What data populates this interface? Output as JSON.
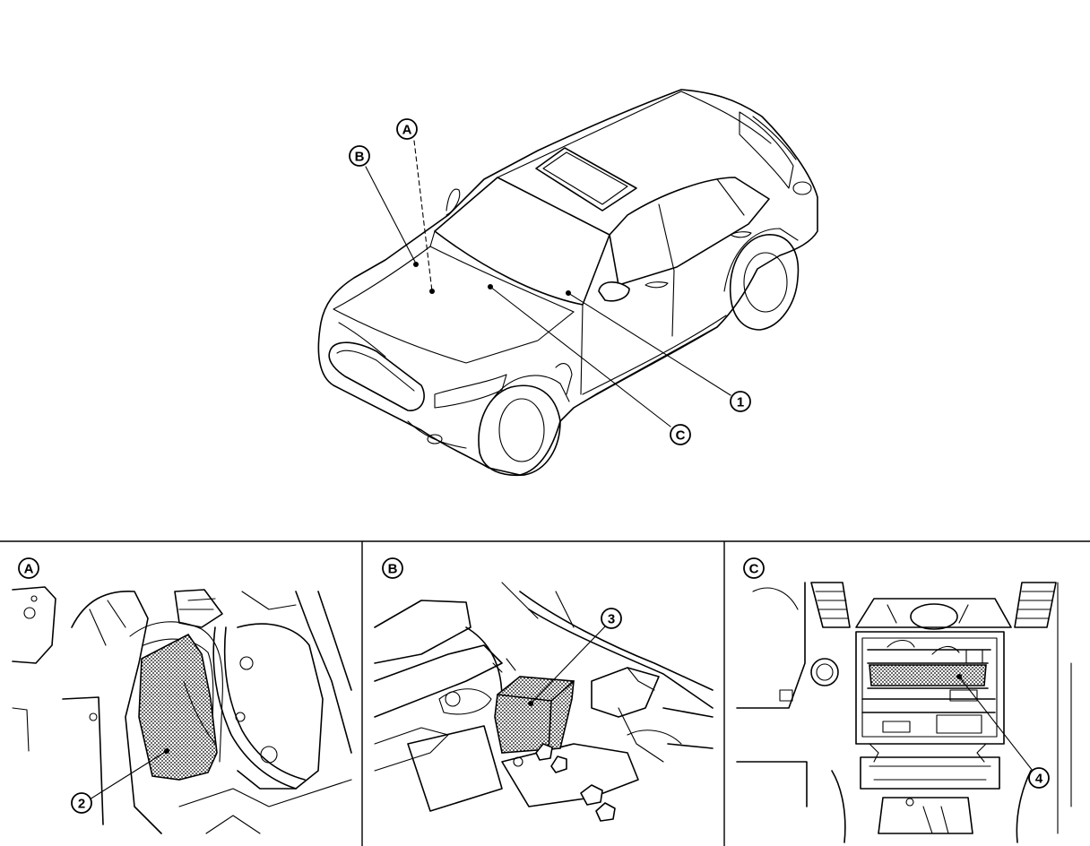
{
  "callouts": {
    "main": {
      "A": "A",
      "B": "B",
      "C": "C",
      "one": "1"
    },
    "panel_a": {
      "label": "A",
      "part": "2"
    },
    "panel_b": {
      "label": "B",
      "part": "3"
    },
    "panel_c": {
      "label": "C",
      "part": "4"
    }
  }
}
